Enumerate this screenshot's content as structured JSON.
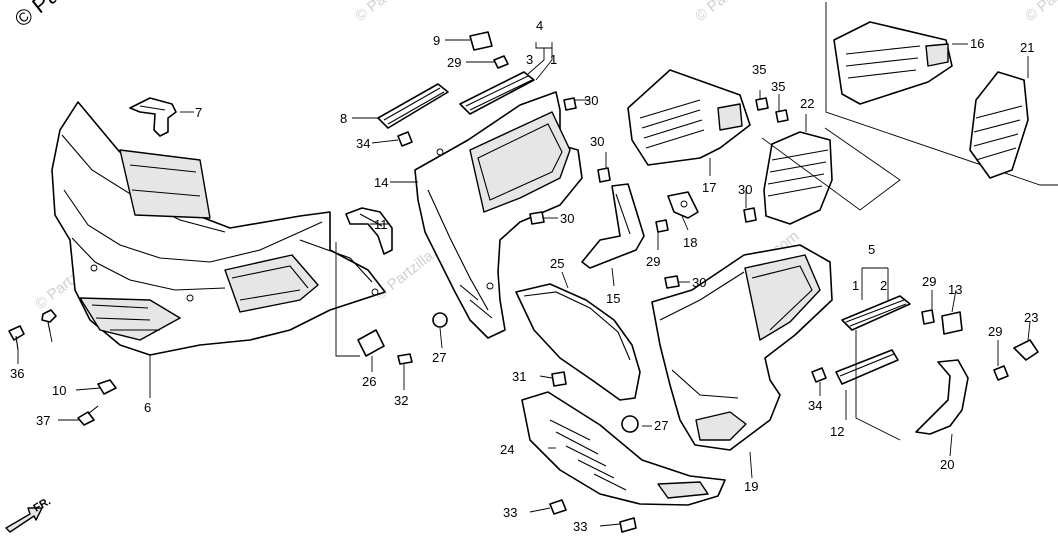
{
  "diagram": {
    "copyright": "© Pa",
    "watermark": "© Partzilla.com",
    "direction_label": "FR.",
    "callouts": {
      "c1": "1",
      "c2": "2",
      "c3": "3",
      "c4": "4",
      "c5": "5",
      "c6": "6",
      "c7": "7",
      "c8": "8",
      "c9": "9",
      "c10": "10",
      "c11": "11",
      "c12": "12",
      "c13": "13",
      "c14": "14",
      "c15": "15",
      "c16": "16",
      "c17": "17",
      "c18": "18",
      "c19": "19",
      "c20": "20",
      "c21": "21",
      "c22": "22",
      "c23": "23",
      "c24": "24",
      "c25": "25",
      "c26": "26",
      "c27": "27",
      "c29": "29",
      "c30": "30",
      "c31": "31",
      "c32": "32",
      "c33": "33",
      "c34": "34",
      "c35": "35",
      "c36": "36",
      "c37": "37"
    }
  }
}
